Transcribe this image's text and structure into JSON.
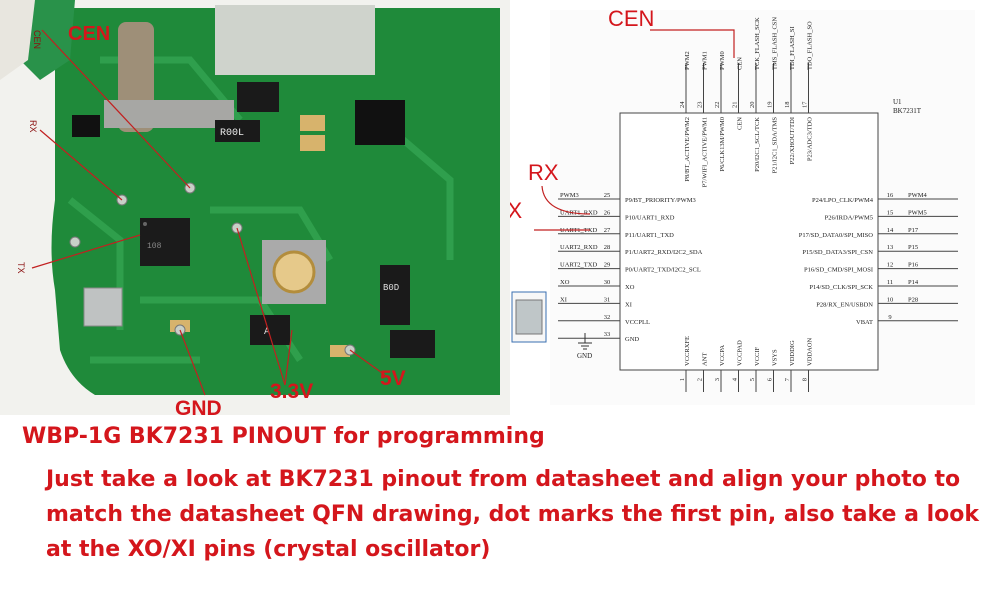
{
  "photo": {
    "labels": {
      "cen": "CEN",
      "gnd": "GND",
      "v33": "3.3V",
      "v5": "5V",
      "side_cen": "CEN",
      "side_rx": "RX",
      "side_tx": "TX",
      "relay_code": "R00L",
      "cap_code": "A",
      "cap2_code": "B0D",
      "chip_label": "108"
    }
  },
  "schematic": {
    "callouts": {
      "cen": "CEN",
      "rx": "RX",
      "tx": "TX"
    },
    "ref": "U1",
    "part": "BK7231T",
    "top_pins": [
      {
        "num": "24",
        "name": "P8/BT_ACTIVE/PWM2",
        "net": "PWM2"
      },
      {
        "num": "23",
        "name": "P7/WIFI_ACTIVE/PWM1",
        "net": "PWM1"
      },
      {
        "num": "22",
        "name": "P6/CLK13M/PWM0",
        "net": "PWM0"
      },
      {
        "num": "21",
        "name": "CEN",
        "net": "CEN"
      },
      {
        "num": "20",
        "name": "P20/I2C1_SCL/TCK",
        "net": "TCK_FLASH_SCK"
      },
      {
        "num": "19",
        "name": "P21/I2C1_SDA/TMS",
        "net": "TMS_FLASH_CSN"
      },
      {
        "num": "18",
        "name": "P22/XHOUT/TDI",
        "net": "TDI_FLASH_SI"
      },
      {
        "num": "17",
        "name": "P23/ADC3/TDO",
        "net": "TDO_FLASH_SO"
      }
    ],
    "left_pins": [
      {
        "num": "25",
        "name": "P9/BT_PRIORITY/PWM3",
        "net": "PWM3"
      },
      {
        "num": "26",
        "name": "P10/UART1_RXD",
        "net": "UART1_RXD"
      },
      {
        "num": "27",
        "name": "P11/UART1_TXD",
        "net": "UART1_TXD"
      },
      {
        "num": "28",
        "name": "P1/UART2_RXD/I2C2_SDA",
        "net": "UART2_RXD"
      },
      {
        "num": "29",
        "name": "P0/UART2_TXD/I2C2_SCL",
        "net": "UART2_TXD"
      },
      {
        "num": "30",
        "name": "XO",
        "net": "XO"
      },
      {
        "num": "31",
        "name": "XI",
        "net": "XI"
      },
      {
        "num": "32",
        "name": "VCCPLL",
        "net": ""
      },
      {
        "num": "33",
        "name": "GND",
        "net": ""
      }
    ],
    "gnd_symbol": "GND",
    "right_pins": [
      {
        "num": "16",
        "name": "P24/LPO_CLK/PWM4",
        "net": "PWM4"
      },
      {
        "num": "15",
        "name": "P26/IRDA/PWM5",
        "net": "PWM5"
      },
      {
        "num": "14",
        "name": "P17/SD_DATA0/SPI_MISO",
        "net": "P17"
      },
      {
        "num": "13",
        "name": "P15/SD_DATA3/SPI_CSN",
        "net": "P15"
      },
      {
        "num": "12",
        "name": "P16/SD_CMD/SPI_MOSI",
        "net": "P16"
      },
      {
        "num": "11",
        "name": "P14/SD_CLK/SPI_SCK",
        "net": "P14"
      },
      {
        "num": "10",
        "name": "P28/RX_EN/USBDN",
        "net": "P28"
      },
      {
        "num": "9",
        "name": "VBAT",
        "net": ""
      }
    ],
    "bottom_pins": [
      {
        "num": "1",
        "name": "VCCRXFE"
      },
      {
        "num": "2",
        "name": "ANT"
      },
      {
        "num": "3",
        "name": "VCCPA"
      },
      {
        "num": "4",
        "name": "VCCPAD"
      },
      {
        "num": "5",
        "name": "VCCIF"
      },
      {
        "num": "6",
        "name": "VSYS"
      },
      {
        "num": "7",
        "name": "VDDDIG"
      },
      {
        "num": "8",
        "name": "VDDAON"
      }
    ]
  },
  "caption": {
    "title": "WBP-1G BK7231 PINOUT for programming",
    "description": "Just take a look at BK7231 pinout from datasheet and align your photo to match the datasheet QFN drawing, dot marks the first pin, also take a look at the XO/XI pins (crystal oscillator)"
  }
}
